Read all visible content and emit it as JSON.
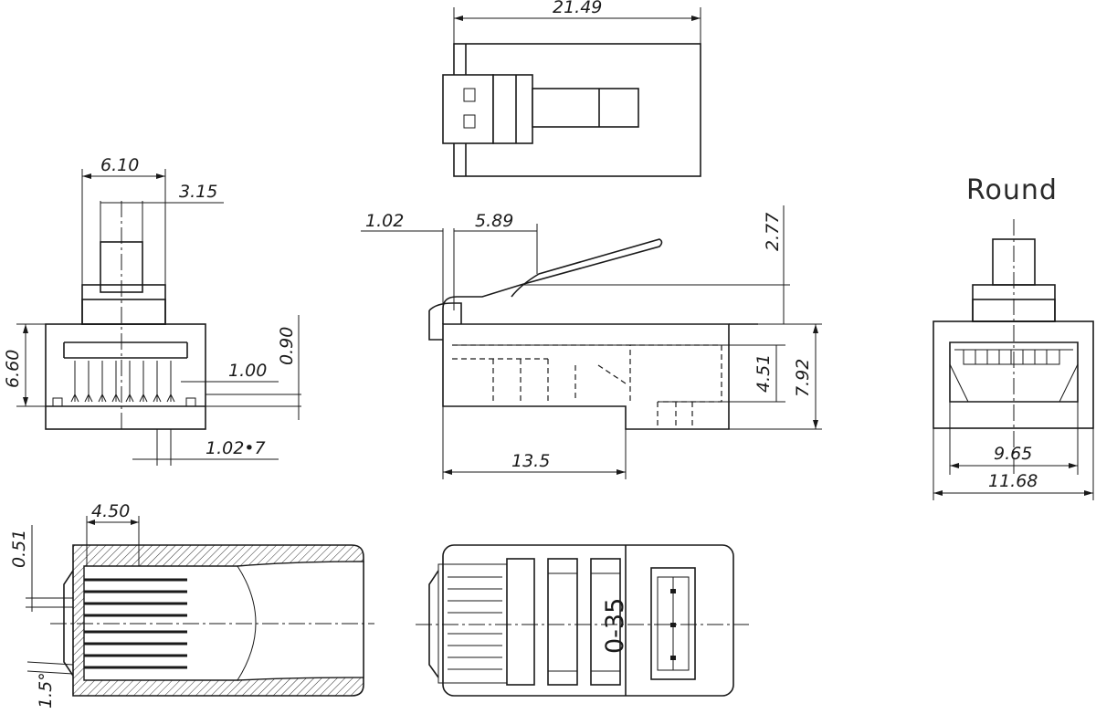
{
  "title_label": "Round",
  "dimensions": {
    "top_width": "21.49",
    "front_width": "6.10",
    "front_latch": "3.15",
    "front_height": "6.60",
    "front_contact_height": "0.90",
    "front_contact_width": "1.00",
    "front_pitch": "1.02•7",
    "side_tip": "1.02",
    "side_offset": "5.89",
    "side_latch_height": "2.77",
    "side_body_height": "4.51",
    "side_total_height": "7.92",
    "side_length": "13.5",
    "round_inner": "9.65",
    "round_outer": "11.68",
    "section_depth": "4.50",
    "section_wall": "0.51",
    "section_angle": "1.5°"
  },
  "part_marking": "0-35"
}
